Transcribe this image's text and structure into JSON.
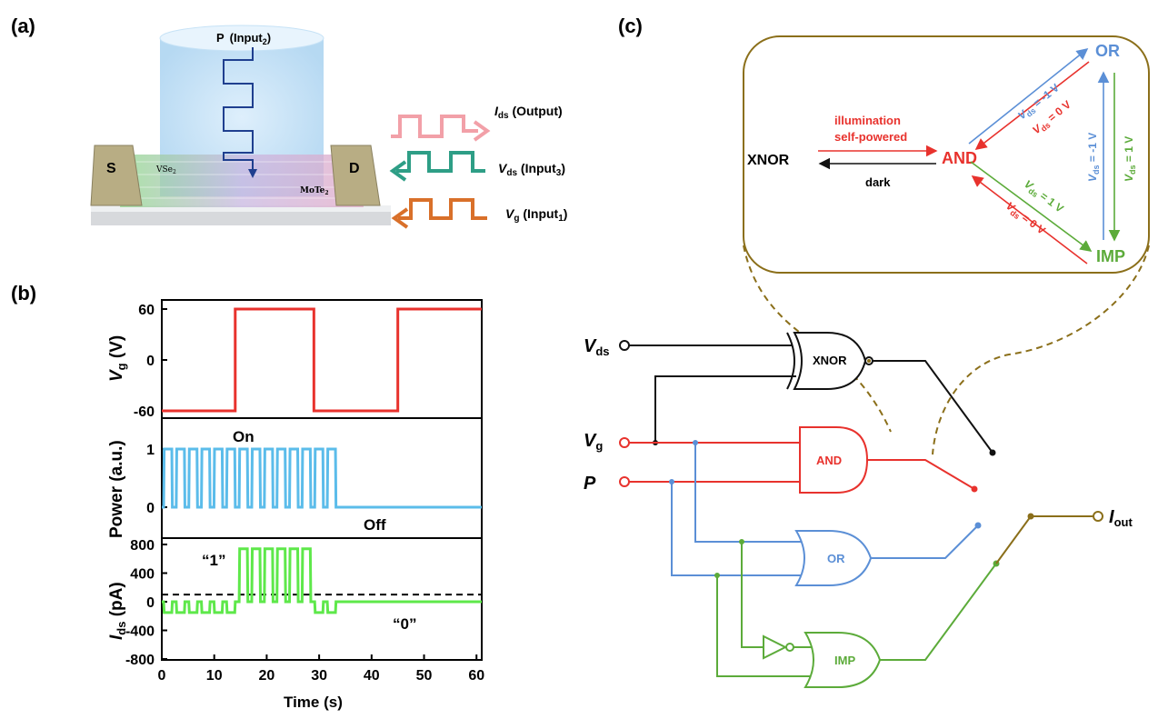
{
  "panels": {
    "a": "(a)",
    "b": "(b)",
    "c": "(c)"
  },
  "panel_a": {
    "p_label": "P",
    "p_paren": "(Input",
    "p_sub": "2",
    "s_label": "S",
    "d_label": "D",
    "vse2_label": "VSe",
    "vse2_sub": "2",
    "mote2_label": "MoTe",
    "mote2_sub": "2",
    "ids_main": "I",
    "ids_sub": "ds",
    "ids_rest": " (Output)",
    "vds_main": "V",
    "vds_sub": "ds",
    "vds_rest": " (Input",
    "vds_num": "3",
    "vg_main": "V",
    "vg_sub": "g",
    "vg_rest": " (Input",
    "vg_num": "1",
    "colors": {
      "ids": "#f2a0a8",
      "vds": "#2e9e86",
      "vg": "#d9702a",
      "beam": "#a9d2f0"
    }
  },
  "chart_data": [
    {
      "type": "line",
      "ylabel_main": "V",
      "ylabel_sub": "g",
      "ylabel_unit": " (V)",
      "yticks": [
        "60",
        "0",
        "-60"
      ],
      "ylim": [
        -60,
        60
      ],
      "x": [
        0,
        14,
        14,
        29,
        29,
        45,
        45,
        61
      ],
      "y": [
        -60,
        -60,
        60,
        60,
        -60,
        -60,
        60,
        60
      ],
      "color": "#e8322d"
    },
    {
      "type": "line",
      "ylabel": "Power (a.u.)",
      "yticks": [
        "1",
        "0"
      ],
      "ylim": [
        0,
        1
      ],
      "on_label": "On",
      "off_label": "Off",
      "period_s": 2.4,
      "pulses": 14,
      "color": "#5bbcea"
    },
    {
      "type": "line",
      "ylabel_main": "I",
      "ylabel_sub": "ds",
      "ylabel_unit": " (pA)",
      "yticks": [
        "800",
        "400",
        "0",
        "-400",
        "-800"
      ],
      "ylim": [
        -800,
        800
      ],
      "xlabel": "Time (s)",
      "xticks": [
        "0",
        "10",
        "20",
        "30",
        "40",
        "50",
        "60"
      ],
      "xlim": [
        0,
        61
      ],
      "label_one": "“1”",
      "label_zero": "“0”",
      "threshold": 100,
      "high": 740,
      "low": -150,
      "color": "#5ee84a"
    }
  ],
  "panel_c": {
    "inset": {
      "xnor": "XNOR",
      "and": "AND",
      "or": "OR",
      "imp": "IMP",
      "illum1": "illumination",
      "illum2": "self-powered",
      "dark": "dark",
      "v": "V",
      "ds": "ds",
      "m1v": " = -1 V",
      "zv": " = 0 V",
      "p1v": " = 1 V"
    },
    "circuit": {
      "vds_main": "V",
      "vds_sub": "ds",
      "vg_main": "V",
      "vg_sub": "g",
      "p": "P",
      "iout_main": "I",
      "iout_sub": "out",
      "gate_xnor": "XNOR",
      "gate_and": "AND",
      "gate_or": "OR",
      "gate_imp": "IMP"
    },
    "colors": {
      "and": "#e8322d",
      "or": "#5b8fd6",
      "imp": "#5cab3a",
      "xnor": "#111111",
      "frame": "#8b6f1a",
      "out": "#8b6f1a"
    }
  }
}
